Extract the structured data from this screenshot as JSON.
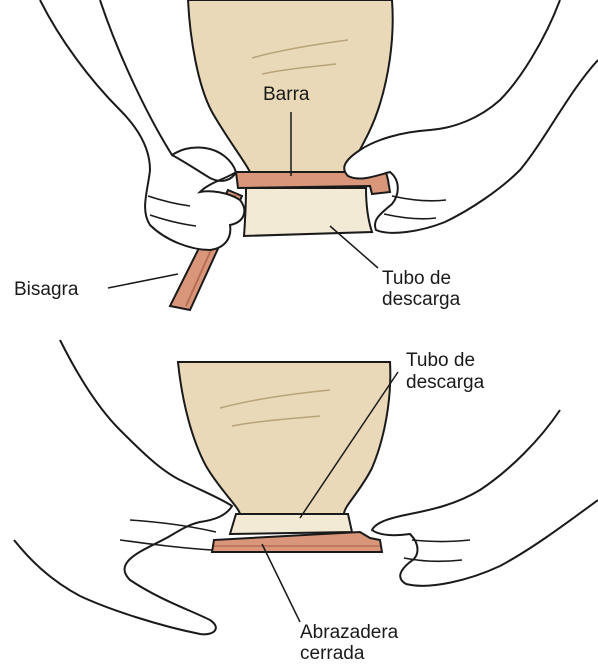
{
  "panels": [
    {
      "id": "open-clamp",
      "labels": {
        "bar": "Barra",
        "hinge": "Bisagra",
        "drain_tube_line1": "Tubo de",
        "drain_tube_line2": "descarga"
      }
    },
    {
      "id": "closed-clamp",
      "labels": {
        "drain_tube_line1": "Tubo de",
        "drain_tube_line2": "descarga",
        "closed_clamp_line1": "Abrazadera",
        "closed_clamp_line2": "cerrada"
      }
    }
  ],
  "colors": {
    "pouch": "#e9d9b8",
    "pouch_shade": "#d9c59c",
    "tube": "#f3ead6",
    "clamp": "#d9967a",
    "clamp_dark": "#b86e55",
    "line": "#1a1a1a",
    "skin": "#ffffff"
  }
}
